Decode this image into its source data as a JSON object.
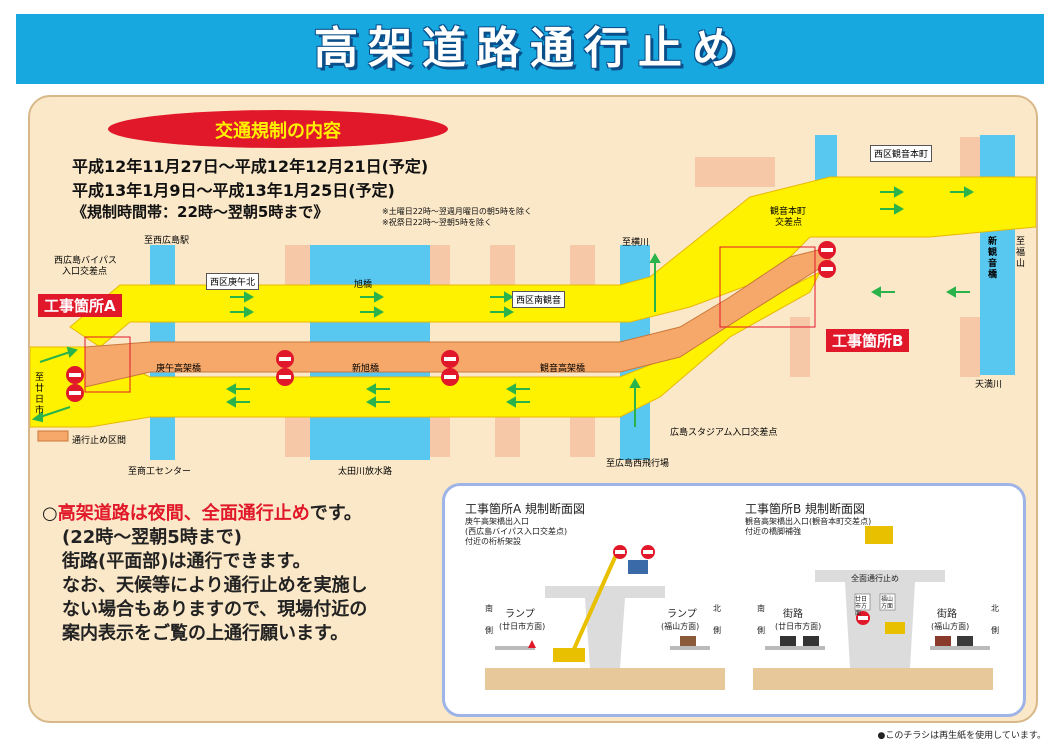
{
  "banner": {
    "title": "高架道路通行止め"
  },
  "regulation": {
    "heading": "交通規制の内容",
    "period1": "平成12年11月27日～平成12年12月21日(予定)",
    "period2": "平成13年1月9日～平成13年1月25日(予定)",
    "hours": "《規制時間帯：22時～翌朝5時まで》",
    "note1": "※土曜日22時～翌週月曜日の朝5時を除く",
    "note2": "※祝祭日22時～翌朝5時を除く"
  },
  "map": {
    "to_nishihiroshima_station": "至西広島駅",
    "nishihiroshima_bypass": "西広島バイパス",
    "entrance_intersection": "入口交差点",
    "koigo_kita": "西区庚午北",
    "asahi_bridge": "旭橋",
    "nishiku_minami_kannon": "西区南観音",
    "to_yokogawa": "至横川",
    "kannon_honmachi": "観音本町",
    "intersection": "交差点",
    "nishiku_kannon_honmachi": "西区観音本町",
    "shin_kannon_bridge": "新観音橋",
    "to_fukuyama": "至福山",
    "site_a": "工事箇所A",
    "site_b": "工事箇所B",
    "to_hatsukaichi": "至廿日市",
    "koigo_viaduct": "庚午高架橋",
    "shin_asahi_bridge": "新旭橋",
    "kannon_viaduct": "観音高架橋",
    "tenma_river": "天満川",
    "closure_legend": "通行止め区間",
    "stadium_intersection": "広島スタジアム入口交差点",
    "to_shoko_center": "至商工センター",
    "otagawa_floodway": "太田川放水路",
    "to_hiroshima_west_airport": "至広島西飛行場"
  },
  "notice": {
    "line1a": "○",
    "line1b": "高架道路は夜間、全面通行止め",
    "line1c": "です。",
    "line2": "(22時～翌朝5時まで)",
    "line3": "街路(平面部)は通行できます。",
    "line4": "なお、天候等により通行止めを実施し",
    "line5": "ない場合もありますので、現場付近の",
    "line6": "案内表示をご覧の上通行願います。"
  },
  "section_a": {
    "title": "工事箇所A 規制断面図",
    "sub1": "庚午高架橋出入口",
    "sub2": "(西広島バイパス入口交差点)",
    "sub3": "付近の桁析架設",
    "south": "南",
    "north": "北",
    "side": "側",
    "ramp_left": "ランプ",
    "ramp_left_dir": "(廿日市方面)",
    "ramp_right": "ランプ",
    "ramp_right_dir": "(福山方面)"
  },
  "section_b": {
    "title": "工事箇所B 規制断面図",
    "sub1": "観音高架橋出入口(観音本町交差点)",
    "sub2": "付近の橋脚補強",
    "south": "南",
    "north": "北",
    "side": "側",
    "closure": "全面通行止め",
    "street_left": "街路",
    "street_left_dir": "(廿日市方面)",
    "street_right": "街路",
    "street_right_dir": "(福山方面)",
    "sign_left": "廿日市方面",
    "sign_right": "福山方面"
  },
  "footer": "●このチラシは再生紙を使用しています。",
  "colors": {
    "banner": "#18a8e0",
    "road": "#fff200",
    "viaduct": "#f6a86a",
    "water": "#58c8f0",
    "panel": "#fbe8c8",
    "red": "#e0182a",
    "arrow": "#2ab34a"
  }
}
